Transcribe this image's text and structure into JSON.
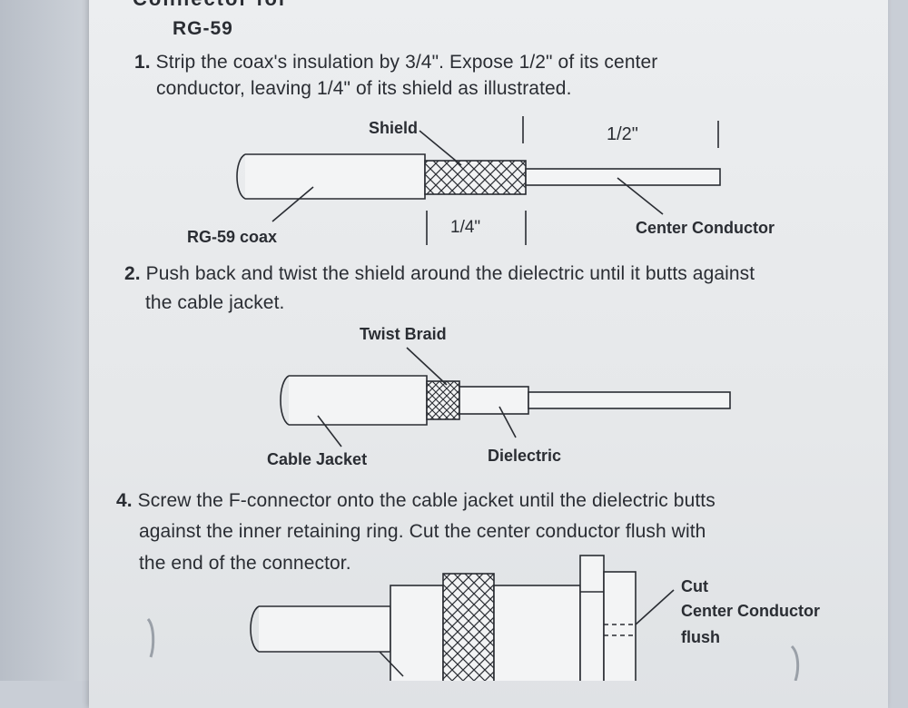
{
  "header": {
    "title_partial": "Connector for",
    "subtitle": "RG-59"
  },
  "step1": {
    "number": "1.",
    "line1": "Strip the coax's insulation by 3/4\".  Expose 1/2\" of its center",
    "line2": "conductor, leaving 1/4\" of its shield as illustrated."
  },
  "figure1": {
    "shield_label": "Shield",
    "half_inch_label": "1/2\"",
    "quarter_inch_label": "1/4\"",
    "coax_label": "RG-59 coax",
    "center_conductor_label": "Center Conductor"
  },
  "step2": {
    "number": "2.",
    "line1": "Push back and twist the shield around the dielectric until it butts against",
    "line2": "the cable jacket."
  },
  "figure2": {
    "twist_braid_label": "Twist Braid",
    "cable_jacket_label": "Cable Jacket",
    "dielectric_label": "Dielectric"
  },
  "step4": {
    "number": "4.",
    "line1": "Screw the F-connector onto the cable jacket until the dielectric butts",
    "line2": "against the inner retaining ring.  Cut the center conductor flush with",
    "line3": "the end of the connector."
  },
  "figure4": {
    "cut_label_line1": "Cut",
    "cut_label_line2": "Center Conductor",
    "cut_label_line3": "flush"
  }
}
